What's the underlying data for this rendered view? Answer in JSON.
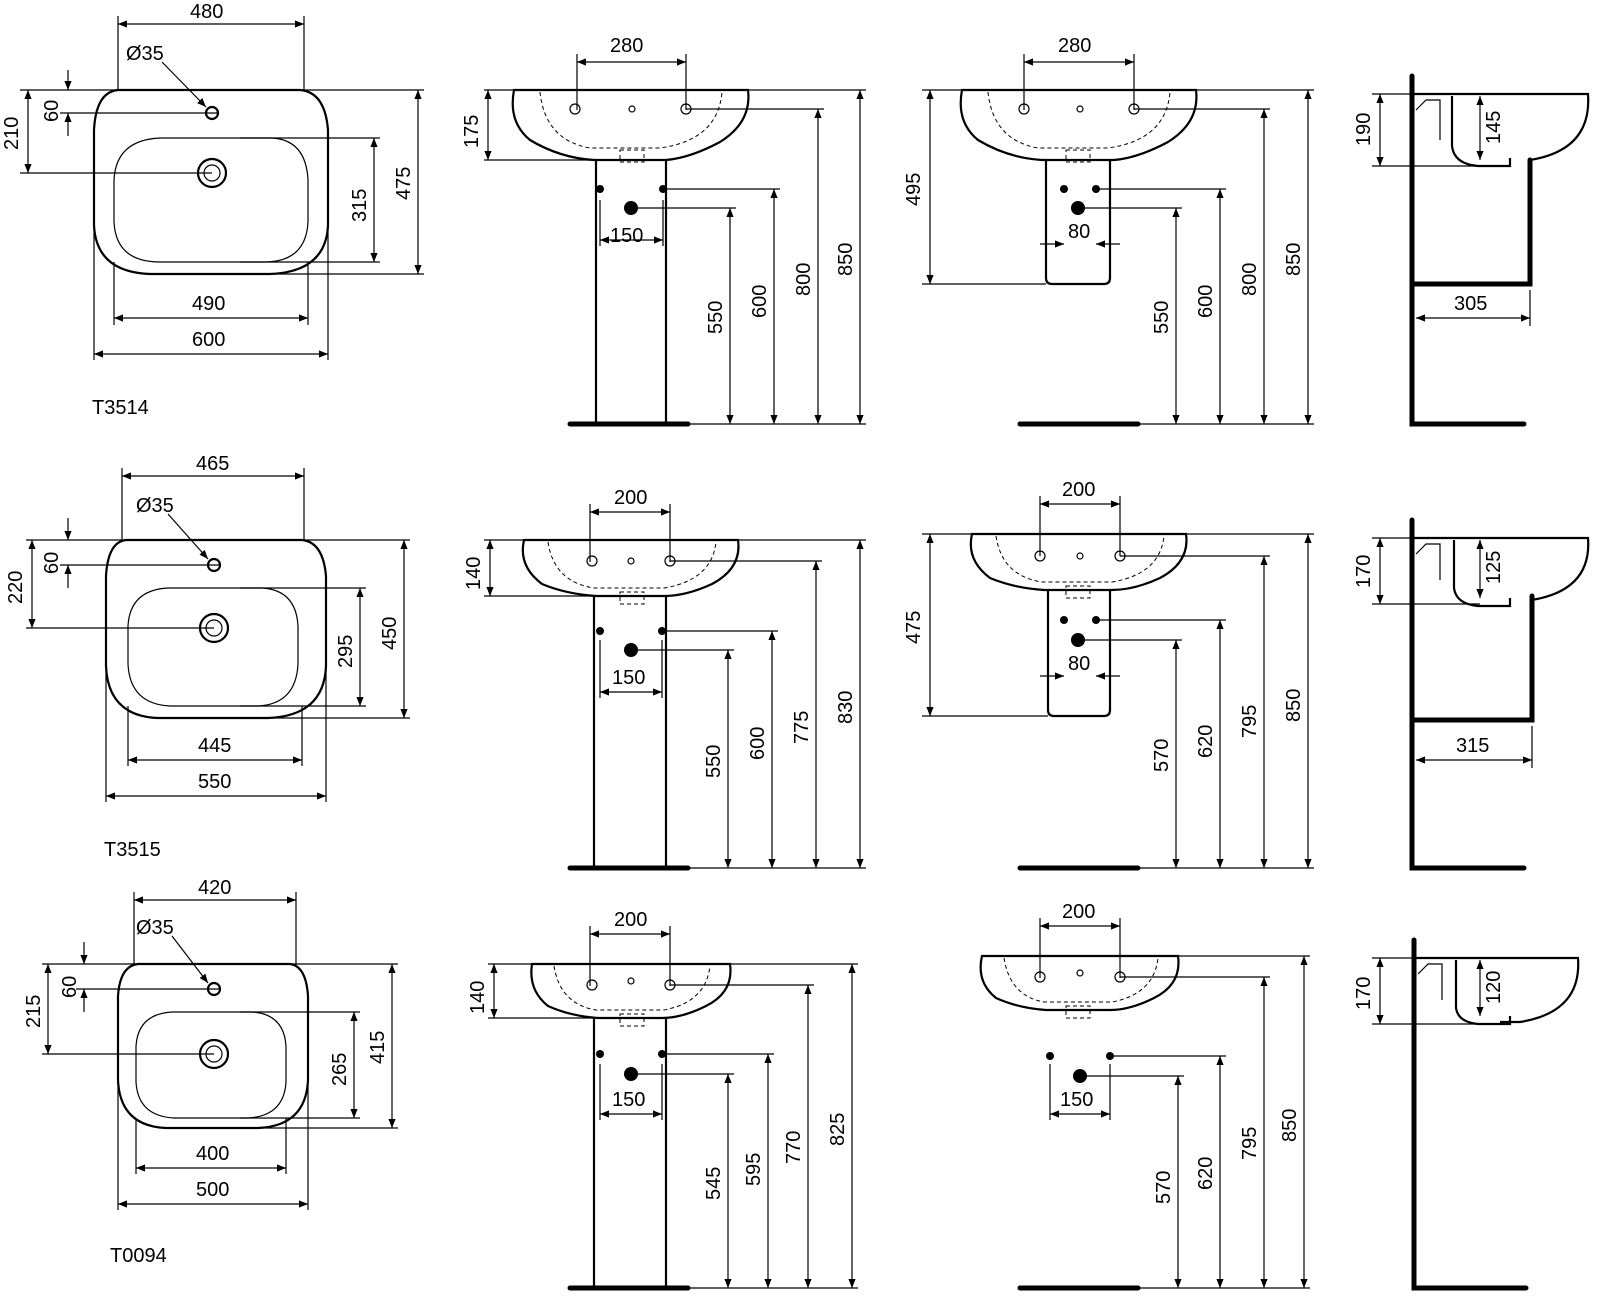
{
  "colors": {
    "line": "#000000",
    "background": "#ffffff"
  },
  "models": [
    {
      "code": "T3514",
      "top": {
        "width_outer": "600",
        "width_basin": "490",
        "width_top": "480",
        "tap_hole": "Ø35",
        "tap_offset": "60",
        "tap_to_drain": "210",
        "basin_depth": "315",
        "total_depth": "475"
      },
      "pedestal": {
        "holes_width": "280",
        "bowl_height": "175",
        "pedestal_width": "150",
        "h550": "550",
        "h600": "600",
        "h800": "800",
        "h850": "850"
      },
      "semi": {
        "holes_width": "280",
        "total_height": "495",
        "semi_width": "80",
        "h550": "550",
        "h600": "600",
        "h800": "800",
        "h850": "850"
      },
      "side": {
        "height": "190",
        "inner": "145",
        "depth": "305"
      }
    },
    {
      "code": "T3515",
      "top": {
        "width_outer": "550",
        "width_basin": "445",
        "width_top": "465",
        "tap_hole": "Ø35",
        "tap_offset": "60",
        "tap_to_drain": "220",
        "basin_depth": "295",
        "total_depth": "450"
      },
      "pedestal": {
        "holes_width": "200",
        "bowl_height": "140",
        "pedestal_width": "150",
        "h550": "550",
        "h600": "600",
        "h800": "775",
        "h850": "830"
      },
      "semi": {
        "holes_width": "200",
        "total_height": "475",
        "semi_width": "80",
        "h550": "570",
        "h600": "620",
        "h800": "795",
        "h850": "850"
      },
      "side": {
        "height": "170",
        "inner": "125",
        "depth": "315"
      }
    },
    {
      "code": "T0094",
      "top": {
        "width_outer": "500",
        "width_basin": "400",
        "width_top": "420",
        "tap_hole": "Ø35",
        "tap_offset": "60",
        "tap_to_drain": "215",
        "basin_depth": "265",
        "total_depth": "415"
      },
      "pedestal": {
        "holes_width": "200",
        "bowl_height": "140",
        "pedestal_width": "150",
        "h550": "545",
        "h600": "595",
        "h800": "770",
        "h850": "825"
      },
      "semi": {
        "holes_width": "200",
        "semi_width": "150",
        "h550": "570",
        "h600": "620",
        "h800": "795",
        "h850": "850"
      },
      "side": {
        "height": "170",
        "inner": "120"
      }
    }
  ]
}
